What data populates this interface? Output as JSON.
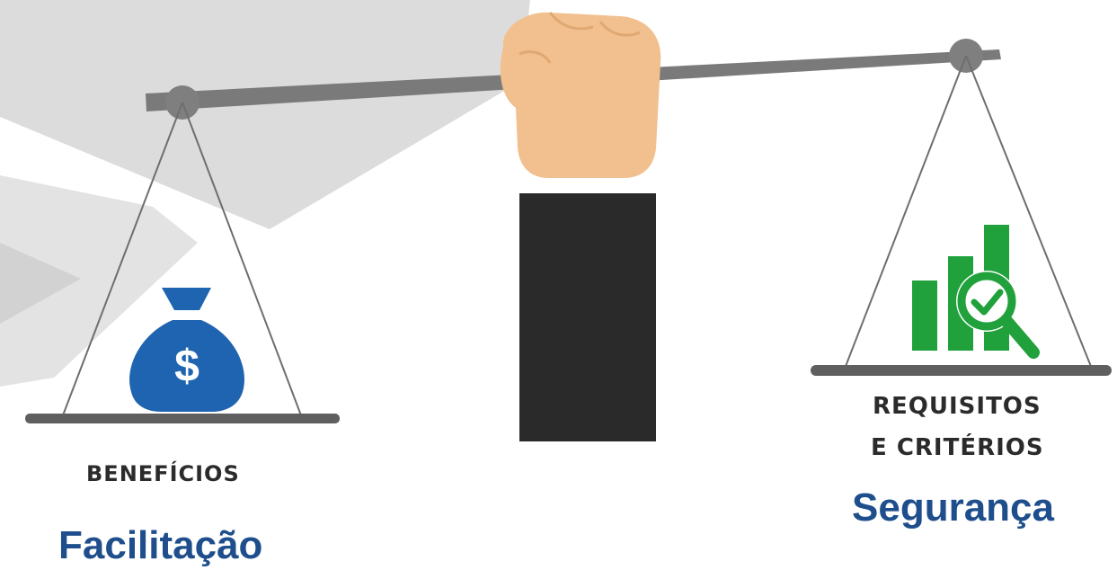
{
  "left_pan": {
    "caption": "BENEFÍCIOS",
    "heading": "Facilitação",
    "icon": "money-bag-icon",
    "icon_symbol": "$",
    "icon_color": "#1f64b0"
  },
  "right_pan": {
    "caption_line1": "REQUISITOS",
    "caption_line2": "E CRITÉRIOS",
    "heading": "Segurança",
    "icon": "bar-chart-magnifier-check-icon",
    "icon_color": "#21a13c"
  },
  "colors": {
    "heading": "#1f4e8c",
    "caption": "#2b2b2b",
    "beam": "#7a7a7a",
    "background_shape": "#dcdcdc",
    "hand": "#f1c08e",
    "sleeve": "#2a2a2a"
  }
}
